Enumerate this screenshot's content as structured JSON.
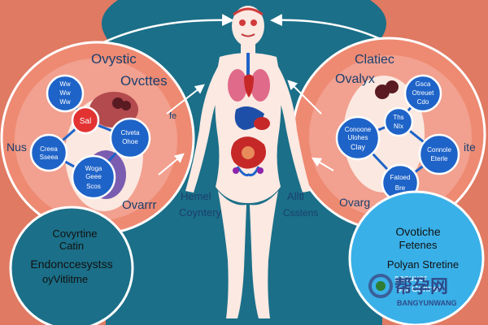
{
  "left": {
    "big_title_1": "Ovystic",
    "big_title_2": "Ovcttes",
    "side_label": "Nus",
    "bottom_title": "Ovarrr",
    "node_1": [
      "Ww",
      "Ww",
      "Ww"
    ],
    "node_2": "Sal",
    "node_3": [
      "Creea",
      "Sseea"
    ],
    "node_4": [
      "Ctveta",
      "Ohoe"
    ],
    "node_5": [
      "Woga",
      "Geee",
      "Scos"
    ],
    "arrow_note": "fe"
  },
  "right": {
    "big_title_1": "Clatiec",
    "big_title_2": "Ovalyx",
    "side_label": "ite",
    "bottom_title": "Ovarg",
    "node_1": [
      "Gsca",
      "Otreuet",
      "Cdo"
    ],
    "node_2": [
      "Ths",
      "NIx"
    ],
    "node_3": [
      "Conoone",
      "Ulohes",
      "Clay"
    ],
    "node_4": [
      "Connole",
      "Eterle"
    ],
    "node_5": [
      "Fatoed",
      "Bre"
    ]
  },
  "body": {
    "left_label": [
      "Hemel",
      "Coyntery"
    ],
    "right_label": [
      "Alltl",
      "Csstens"
    ]
  },
  "bottom_left": {
    "line1": "Covyrtine",
    "line2": "Catin",
    "line3": "Endonccesystss",
    "line4": "oyVitlitme"
  },
  "bottom_right": {
    "line1": "Ovotiche",
    "line2": "Fetenes",
    "line3": "Polyan Stretine",
    "line4": "saeuuer",
    "line5": "ser Conner"
  },
  "watermark": {
    "title": "帮孕网",
    "subtitle": "BANGYUNWANG"
  },
  "colors": {
    "background": "#e07a62",
    "teal": "#1b6f88",
    "node_blue": "#1e63c8",
    "circle_pink": "#f2a08f",
    "circle_light": "#fbe8e0"
  }
}
